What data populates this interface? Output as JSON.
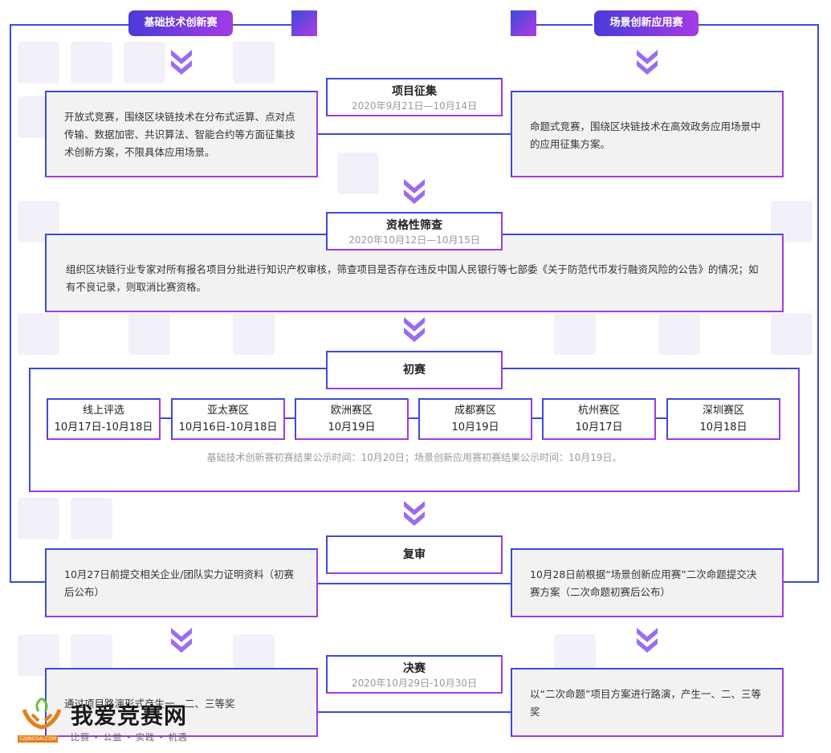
{
  "tracks": {
    "left": "基础技术创新赛",
    "right": "场景创新应用赛"
  },
  "stages": {
    "collect": {
      "title": "项目征集",
      "date": "2020年9月21日—10月14日"
    },
    "screen": {
      "title": "资格性筛查",
      "date": "2020年10月12日—10月15日"
    },
    "prelim": {
      "title": "初赛"
    },
    "semi": {
      "title": "复审"
    },
    "final": {
      "title": "决赛",
      "date": "2020年10月29日-10月30日"
    }
  },
  "boxes": {
    "collect_left": "开放式竞赛，围绕区块链技术在分布式运算、点对点传输、数据加密、共识算法、智能合约等方面征集技术创新方案，不限具体应用场景。",
    "collect_right": "命题式竞赛，围绕区块链技术在高效政务应用场景中的应用征集方案。",
    "screen": "组织区块链行业专家对所有报名项目分批进行知识产权审核，筛查项目是否存在违反中国人民银行等七部委《关于防范代币发行融资风险的公告》的情况；如有不良记录，则取消比赛资格。",
    "semi_left": "10月27日前提交相关企业/团队实力证明资料（初赛后公布）",
    "semi_right": "10月28日前根据“场景创新应用赛”二次命题提交决赛方案（二次命题初赛后公布）",
    "final_left": "通过项目路演形式产生一、二、三等奖",
    "final_right": "以“二次命题”项目方案进行路演，产生一、二、三等奖"
  },
  "regions": [
    {
      "name": "线上评选",
      "date": "10月17日-10月18日"
    },
    {
      "name": "亚太赛区",
      "date": "10月16日-10月18日"
    },
    {
      "name": "欧洲赛区",
      "date": "10月19日"
    },
    {
      "name": "成都赛区",
      "date": "10月19日"
    },
    {
      "name": "杭州赛区",
      "date": "10月17日"
    },
    {
      "name": "深圳赛区",
      "date": "10月18日"
    }
  ],
  "prelim_notice": "基础技术创新赛初赛结果公示时间：10月20日；场景创新应用赛初赛结果公示时间：10月19日。",
  "logo": {
    "name": "我爱竞赛网",
    "tagline": "比赛 • 公益 • 实践 • 机遇",
    "url": "52JINGSAI.COM"
  },
  "colors": {
    "blue": "#3b4bd8",
    "purple": "#a23be0",
    "chevron": "#9b6cf0"
  }
}
